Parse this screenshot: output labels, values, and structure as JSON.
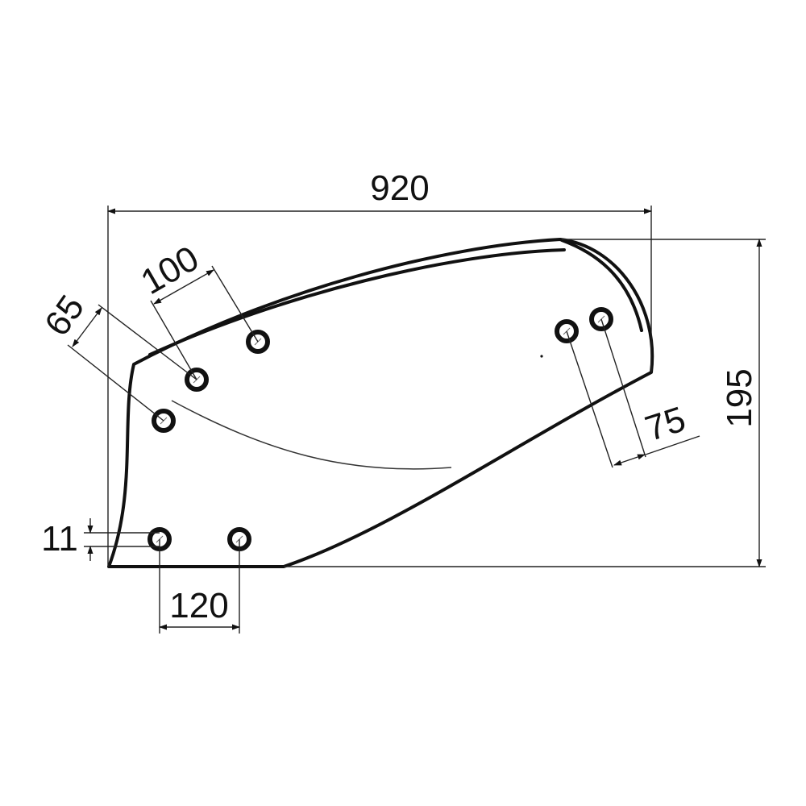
{
  "dimensions": {
    "width": "920",
    "height": "195",
    "top_hole_spacing": "100",
    "left_hole_spacing": "65",
    "right_hole_spacing": "75",
    "bottom_hole_spacing": "120",
    "bottom_hole_offset": "11"
  },
  "holes": [
    "hole-1",
    "hole-2",
    "hole-3",
    "hole-4",
    "hole-5",
    "hole-6",
    "hole-7"
  ],
  "colors": {
    "line": "#111111",
    "background": "#ffffff"
  }
}
